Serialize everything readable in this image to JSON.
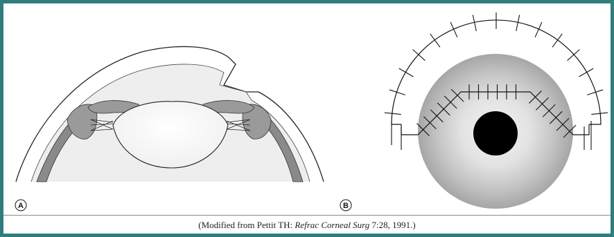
{
  "figure": {
    "panels": [
      {
        "label": "A"
      },
      {
        "label": "B"
      }
    ],
    "caption": {
      "prefix": "(Modified from Pettit TH: ",
      "journal": "Refrac Corneal Surg",
      "suffix": " 7:28, 1991.)"
    }
  },
  "colors": {
    "background": "#2f7d7e",
    "panel": "#ffffff",
    "sclera_wall": "#888888",
    "iris": "#999999",
    "pupil": "#000000",
    "suture": "#111111"
  }
}
